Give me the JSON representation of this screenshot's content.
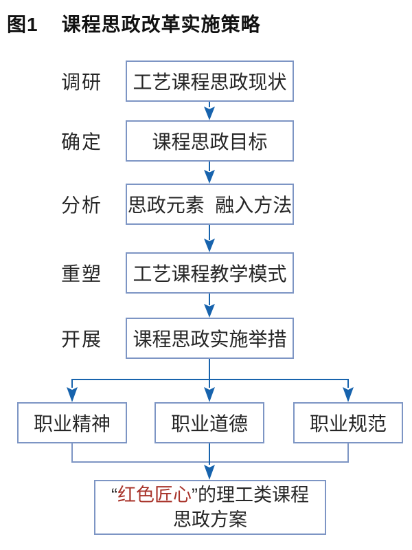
{
  "title": {
    "figure_label": "图1",
    "text": "课程思政改革实施策略"
  },
  "flow": {
    "stages": [
      {
        "label": "调研",
        "box": "工艺课程思政现状"
      },
      {
        "label": "确定",
        "box": "课程思政目标"
      },
      {
        "label": "分析",
        "box": "思政元素  融入方法"
      },
      {
        "label": "重塑",
        "box": "工艺课程教学模式"
      },
      {
        "label": "开展",
        "box": "课程思政实施举措"
      }
    ],
    "branches": [
      {
        "label": "职业精神"
      },
      {
        "label": "职业道德"
      },
      {
        "label": "职业规范"
      }
    ],
    "result": {
      "open_quote": "“",
      "highlight": "红色匠心",
      "close_quote": "”",
      "line1_rest": "的理工类课程",
      "line2": "思政方案"
    }
  },
  "colors": {
    "arrow": "#1763ad",
    "box_border": "#7d95c4",
    "text": "#262626",
    "highlight_red": "#a8332a"
  }
}
